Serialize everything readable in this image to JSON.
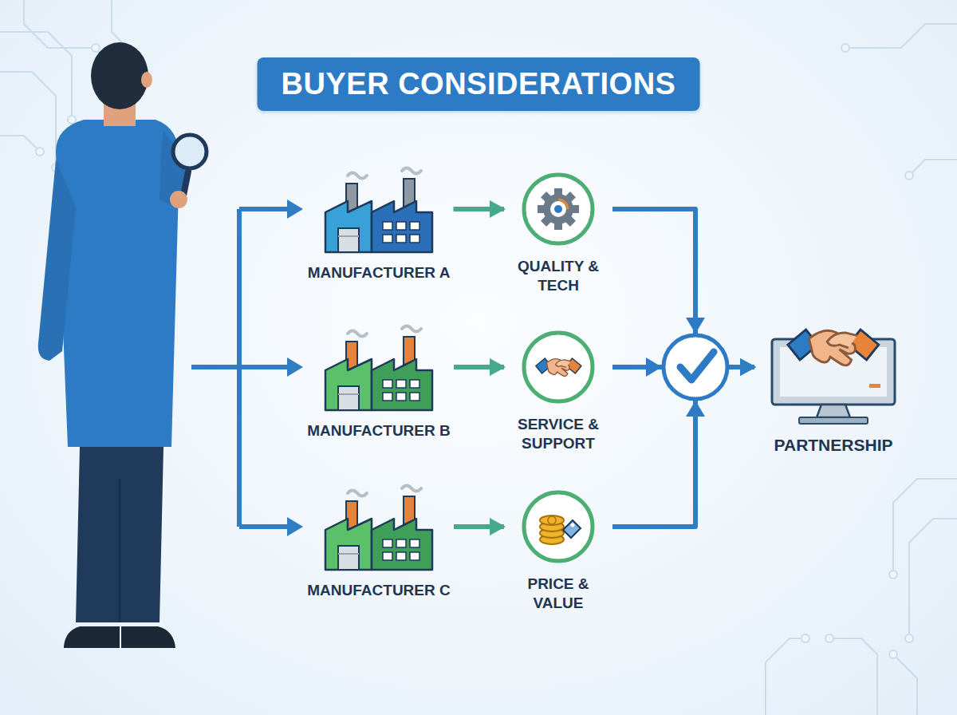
{
  "diagram": {
    "title": "BUYER CONSIDERATIONS",
    "nodes": [
      {
        "text": [
          "MANUFACTURER A"
        ]
      },
      {
        "text": [
          "QUALITY & TECH"
        ]
      },
      {
        "text": [
          "MANUFACTURER B"
        ]
      },
      {
        "text": [
          "SERVICE & SUPPORT"
        ]
      },
      {
        "text": [
          "MANUFACTURER C"
        ]
      },
      {
        "text": [
          "PRICE & VALUE"
        ]
      },
      {
        "text": [
          "PARTNERSHIP"
        ]
      }
    ],
    "edges": [
      {
        "from": 0,
        "to": 1,
        "arrow": "to"
      },
      {
        "from": 2,
        "to": 3,
        "arrow": "to"
      },
      {
        "from": 4,
        "to": 5,
        "arrow": "to"
      },
      {
        "from": 1,
        "to": 6,
        "arrow": "to"
      },
      {
        "from": 3,
        "to": 6,
        "arrow": "to"
      },
      {
        "from": 5,
        "to": 6,
        "arrow": "to"
      }
    ]
  }
}
